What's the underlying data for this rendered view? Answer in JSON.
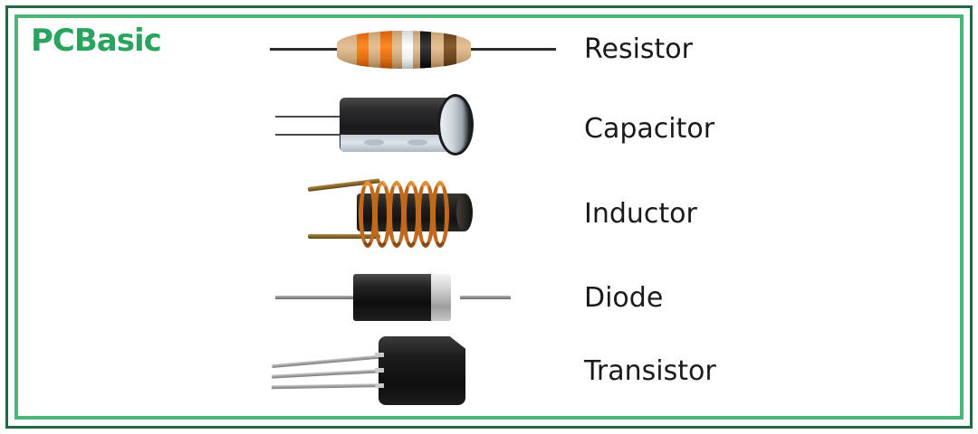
{
  "brand": {
    "logo_upper": "PCB",
    "logo_lower": "asic",
    "logo_full": "PCBasic",
    "logo_color": "#2aa35f"
  },
  "frame": {
    "outer_color": "#1f6b41",
    "inner_color": "#4fb477"
  },
  "page": {
    "background": "#ffffff",
    "text_color": "#1a1a1a"
  },
  "components": [
    {
      "label": "Resistor",
      "icon": "resistor-icon",
      "body_color": "#d8b286",
      "bands": [
        "orange",
        "orange",
        "white",
        "black",
        "brown"
      ],
      "lead_color": "#2b2b2b"
    },
    {
      "label": "Capacitor",
      "icon": "electrolytic-capacitor-icon",
      "body_color": "#1b1b1d",
      "sleeve_color": "#c3ccd6",
      "lead_color": "#4a4a4a"
    },
    {
      "label": "Inductor",
      "icon": "inductor-icon",
      "core_color": "#231f1c",
      "coil_color": "#c0681c",
      "lead_color": "#8a6a2e"
    },
    {
      "label": "Diode",
      "icon": "diode-icon",
      "body_color": "#0d0d0d",
      "cathode_band_color": "#d4d4d4",
      "lead_color": "#8c8c8c"
    },
    {
      "label": "Transistor",
      "icon": "transistor-icon",
      "body_color": "#0e0e0e",
      "lead_color": "#a0a0a0",
      "lead_count": 3
    }
  ]
}
